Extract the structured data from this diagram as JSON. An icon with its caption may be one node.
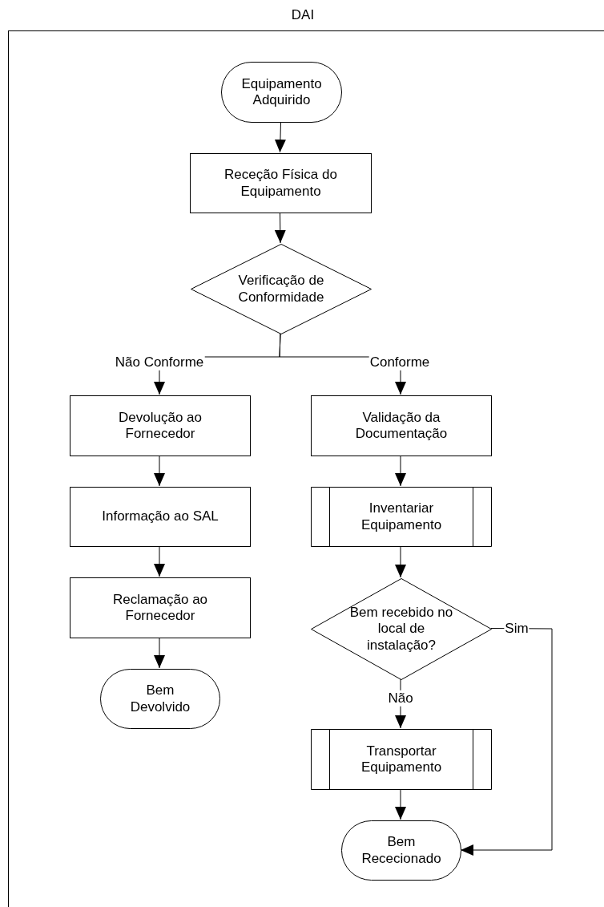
{
  "diagram": {
    "nodes": [
      {
        "text": [
          "DAI"
        ]
      },
      {
        "text": [
          "Equipamento Adquirido"
        ],
        "in": 0
      },
      {
        "text": [
          "Receção Física do Equipamento"
        ],
        "in": 0
      },
      {
        "text": [
          "Verificação de Conformidade"
        ],
        "in": 0
      },
      {
        "text": [
          "Devolução ao Fornecedor"
        ],
        "in": 0
      },
      {
        "text": [
          "Validação da Documentação"
        ],
        "in": 0
      },
      {
        "text": [
          "Informação ao SAL"
        ],
        "in": 0
      },
      {
        "text": [
          "Inventariar Equipamento"
        ],
        "in": 0
      },
      {
        "text": [
          "Reclamação ao Fornecedor"
        ],
        "in": 0
      },
      {
        "text": [
          "Bem recebido no local de instalação?"
        ],
        "in": 0
      },
      {
        "text": [
          "Bem Devolvido"
        ],
        "in": 0
      },
      {
        "text": [
          "Transportar Equipamento"
        ],
        "in": 0
      },
      {
        "text": [
          "Bem Rececionado"
        ],
        "in": 0
      }
    ],
    "edges": [
      {
        "from": 1,
        "to": 2,
        "arrow": "to"
      },
      {
        "from": 2,
        "to": 3,
        "arrow": "to"
      },
      {
        "from": 3,
        "to": 4,
        "arrow": "to",
        "label": "Não Conforme"
      },
      {
        "from": 3,
        "to": 5,
        "arrow": "to",
        "label": "Conforme"
      },
      {
        "from": 4,
        "to": 6,
        "arrow": "to"
      },
      {
        "from": 6,
        "to": 8,
        "arrow": "to"
      },
      {
        "from": 8,
        "to": 10,
        "arrow": "to"
      },
      {
        "from": 5,
        "to": 7,
        "arrow": "to"
      },
      {
        "from": 7,
        "to": 9,
        "arrow": "to"
      },
      {
        "from": 9,
        "to": 11,
        "arrow": "to",
        "label": "Não"
      },
      {
        "from": 11,
        "to": 12,
        "arrow": "to"
      },
      {
        "from": 9,
        "to": 12,
        "arrow": "to",
        "label": "Sim"
      }
    ]
  }
}
